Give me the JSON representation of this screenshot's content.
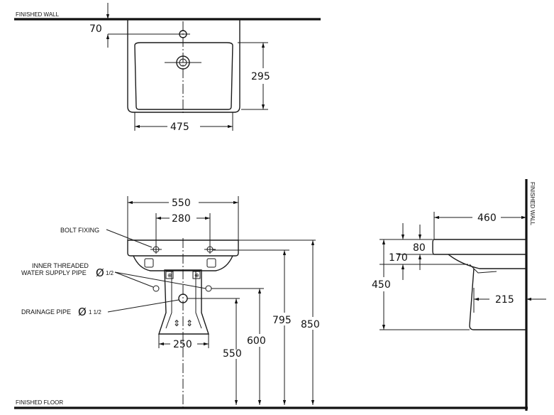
{
  "labels": {
    "finished_wall_top": "FINISHED WALL",
    "finished_wall_side": "FINISHED WALL",
    "finished_floor": "FINISHED FLOOR",
    "bolt_fixing": "BOLT FIXING",
    "inner_threaded_1": "INNER THREADED",
    "inner_threaded_2": "WATER SUPPLY PIPE",
    "water_supply_size": "1/2",
    "drainage_pipe": "DRAINAGE PIPE",
    "drainage_size": "1 1/2",
    "diameter_symbol": "Ø"
  },
  "dimensions": {
    "top_offset": "70",
    "basin_depth": "295",
    "basin_width": "475",
    "overall_width": "550",
    "bolt_spacing": "280",
    "pedestal_width": "250",
    "drain_height": "550",
    "supply_height": "600",
    "bottom_height": "795",
    "rim_height": "850",
    "projection": "460",
    "rim_thickness": "80",
    "bowl_depth": "170",
    "side_height": "450",
    "pedestal_projection": "215"
  }
}
